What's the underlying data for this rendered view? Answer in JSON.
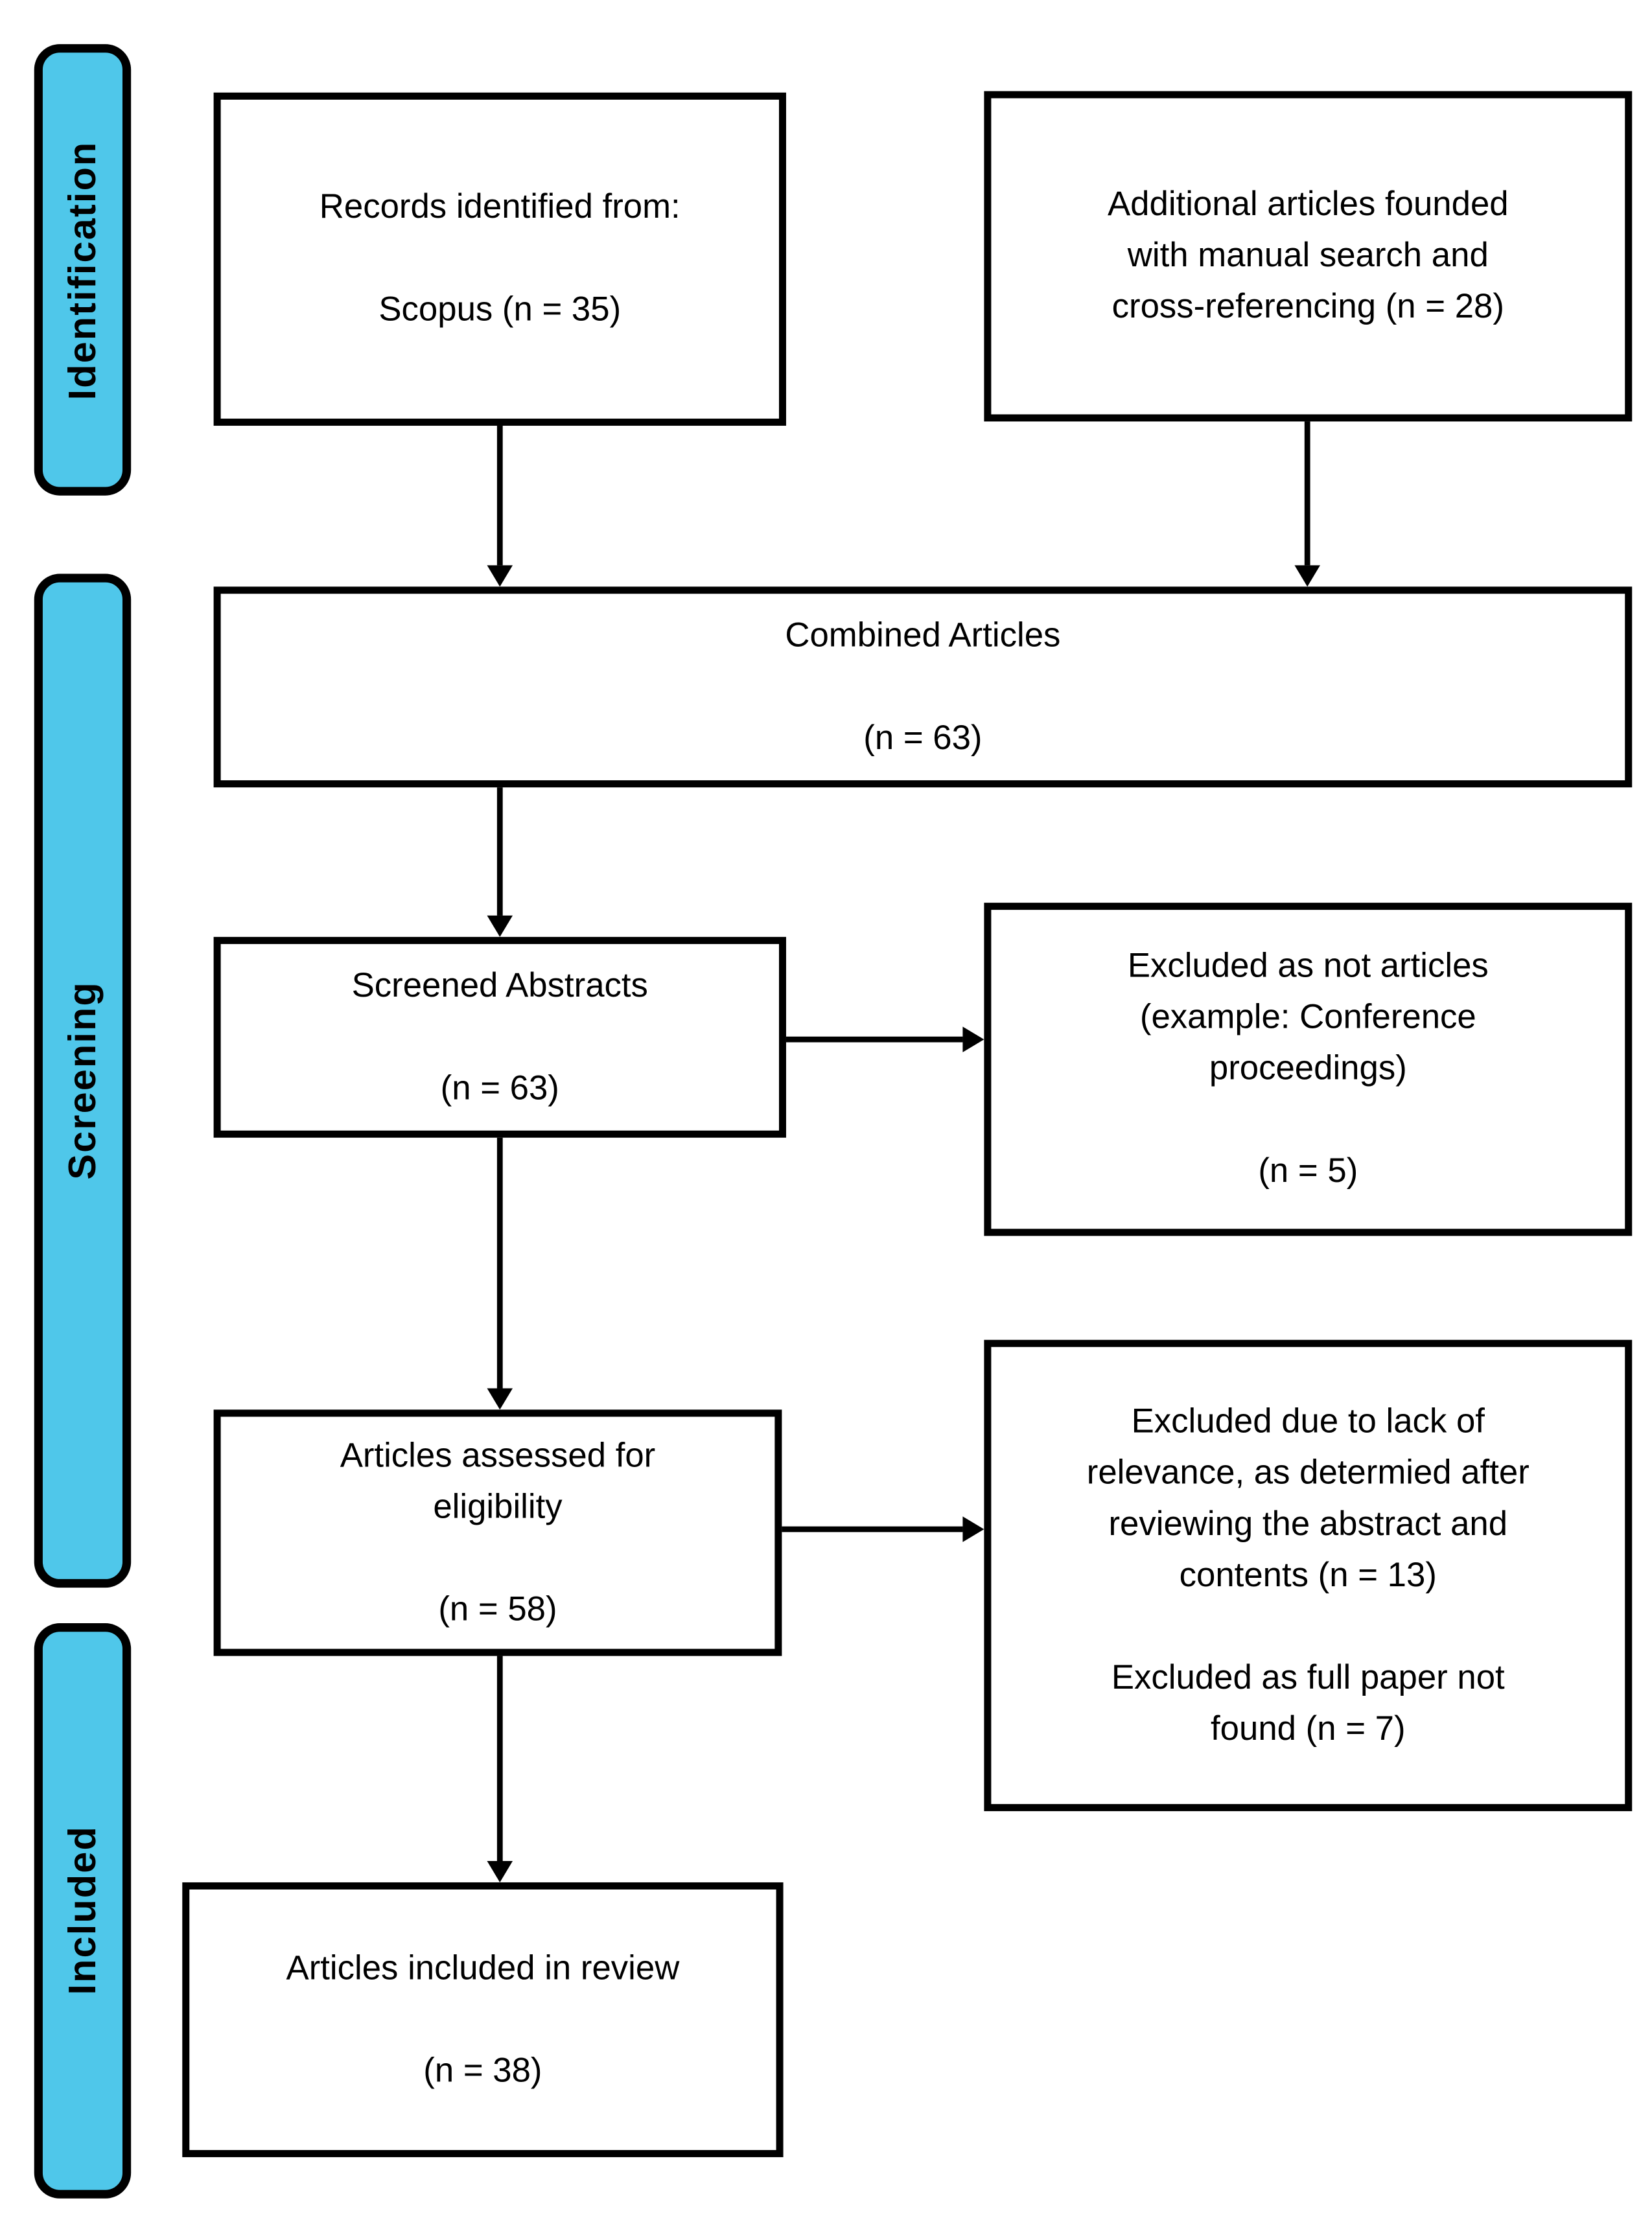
{
  "stages": {
    "identification": "Identification",
    "screening": "Screening",
    "included": "Included"
  },
  "boxes": {
    "records_identified": {
      "lines": [
        "Records identified from:",
        "",
        "Scopus (n = 35)"
      ],
      "n": 35
    },
    "additional_articles": {
      "lines": [
        "Additional articles founded",
        "with manual search and",
        "cross-referencing (n = 28)"
      ],
      "n": 28
    },
    "combined_articles": {
      "lines": [
        "Combined Articles",
        "",
        "(n = 63)"
      ],
      "n": 63
    },
    "screened_abstracts": {
      "lines": [
        "Screened Abstracts",
        "",
        "(n = 63)"
      ],
      "n": 63
    },
    "excluded_not_articles": {
      "lines": [
        "Excluded as not articles",
        "(example: Conference",
        "proceedings)",
        "",
        "(n = 5)"
      ],
      "n": 5
    },
    "assessed_eligibility": {
      "lines": [
        "Articles assessed for",
        "eligibility",
        "",
        "(n = 58)"
      ],
      "n": 58
    },
    "excluded_relevance_fullpaper": {
      "lines": [
        "Excluded due to lack of",
        "relevance, as determied after",
        "reviewing the abstract and",
        "contents (n = 13)",
        "",
        "Excluded as full paper not",
        "found (n = 7)"
      ],
      "n_lack_of_relevance": 13,
      "n_full_paper_not_found": 7
    },
    "included_in_review": {
      "lines": [
        "Articles included in review",
        "",
        "(n = 38)"
      ],
      "n": 38
    }
  },
  "arrows": [
    {
      "from": "records_identified",
      "to": "combined_articles",
      "direction": "down"
    },
    {
      "from": "additional_articles",
      "to": "combined_articles",
      "direction": "down"
    },
    {
      "from": "combined_articles",
      "to": "screened_abstracts",
      "direction": "down"
    },
    {
      "from": "screened_abstracts",
      "to": "excluded_not_articles",
      "direction": "right"
    },
    {
      "from": "screened_abstracts",
      "to": "assessed_eligibility",
      "direction": "down"
    },
    {
      "from": "assessed_eligibility",
      "to": "excluded_relevance_fullpaper",
      "direction": "right"
    },
    {
      "from": "assessed_eligibility",
      "to": "included_in_review",
      "direction": "down"
    }
  ],
  "colors": {
    "stage_fill": "#4FC7EA",
    "box_fill": "#FFFFFF",
    "border": "#000000",
    "text": "#000000"
  }
}
